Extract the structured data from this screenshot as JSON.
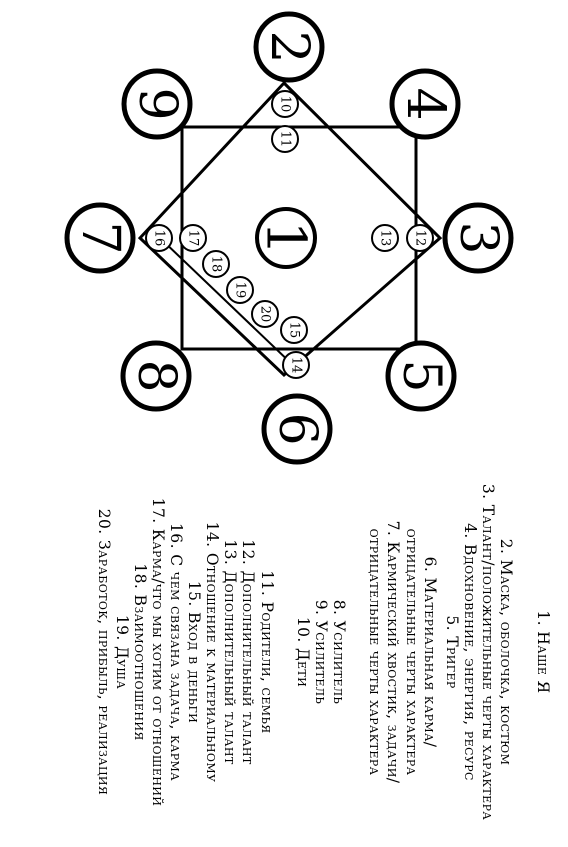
{
  "diagram": {
    "center": "1",
    "outer_nodes": [
      {
        "id": "n2",
        "label": "2"
      },
      {
        "id": "n4",
        "label": "4"
      },
      {
        "id": "n3",
        "label": "3"
      },
      {
        "id": "n5",
        "label": "5"
      },
      {
        "id": "n6",
        "label": "6"
      },
      {
        "id": "n8",
        "label": "8"
      },
      {
        "id": "n7",
        "label": "7"
      },
      {
        "id": "n9",
        "label": "9"
      }
    ],
    "inner_nodes": [
      "10",
      "11",
      "12",
      "13",
      "14",
      "15",
      "16",
      "17",
      "18",
      "19",
      "20"
    ]
  },
  "legend": {
    "lines": [
      "1. Наше Я",
      "2. Маска, оболочка, костюм",
      "3. Талант/положительные черты характера",
      "4. Вдохновение, энергия, ресурс",
      "5. Тригер",
      "6. Материальная карма/",
      "отрицательные черты характера",
      "7. Кармический хвостик, задачи/",
      "отрицательные черты характера",
      "8. Усилитель",
      "9. Усилитель",
      "10. Дети",
      "11. Родители, семья",
      "12. Дополнительный талант",
      "13. Дополнительный талант",
      "14. Отношение к материальному",
      "15. Вход в деньги",
      "16.  С чем связана задача, карма",
      "17. Карма/что мы хотим от отношений",
      "18. Взаимоотношения",
      "19. Душа",
      "20. Заработок, прибыль, реализация"
    ]
  }
}
